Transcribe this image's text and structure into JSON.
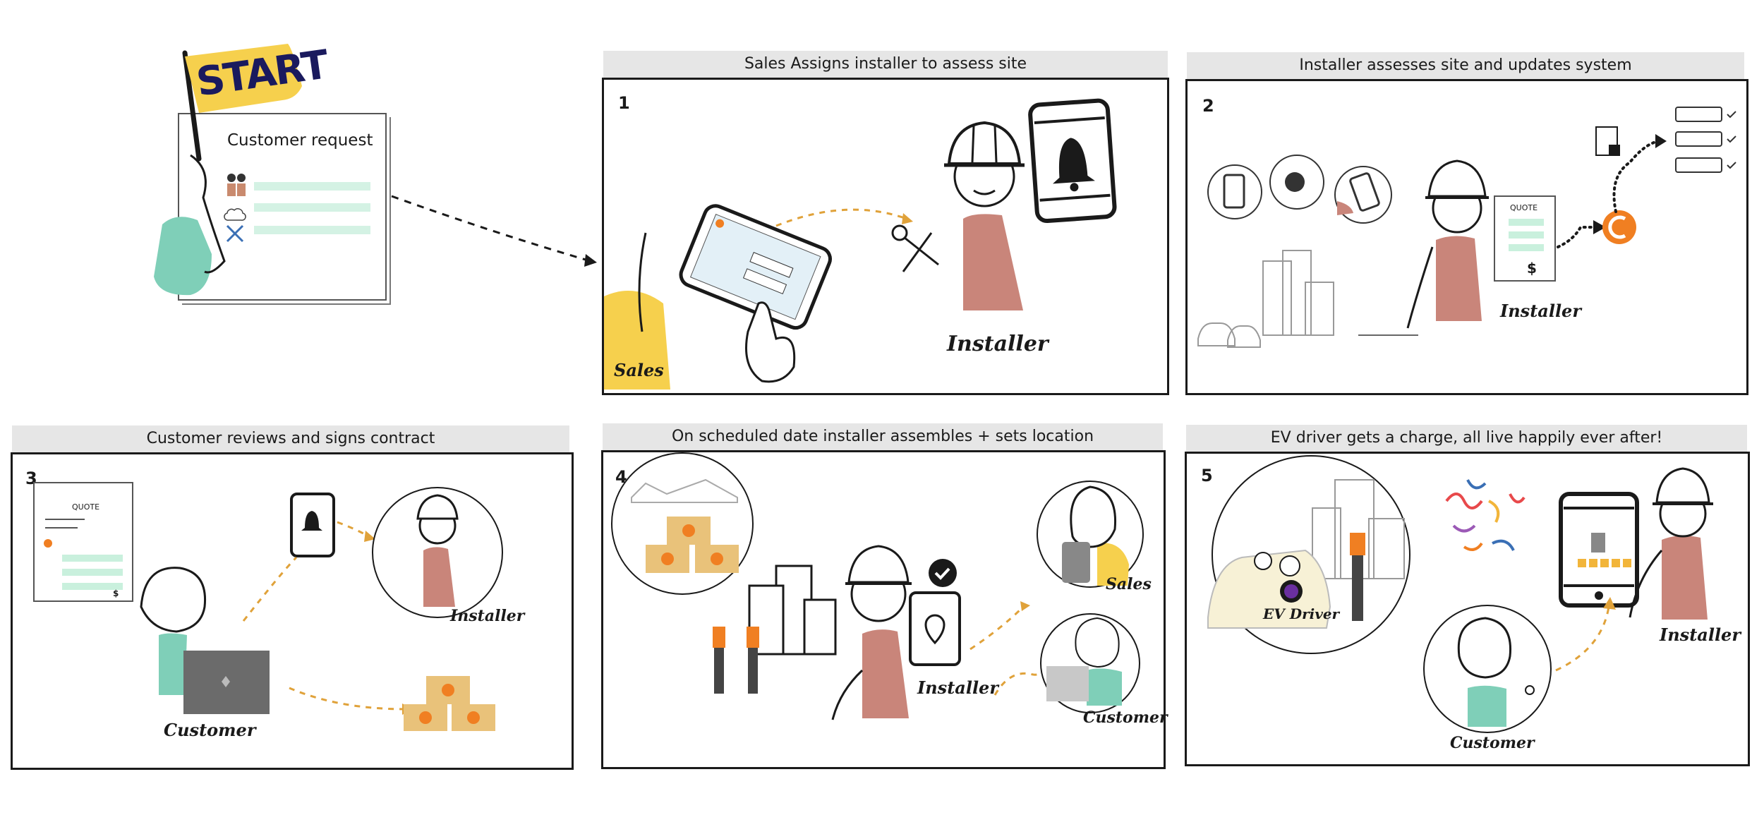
{
  "start": {
    "flag_label": "START",
    "card_title": "Customer request"
  },
  "panels": [
    {
      "num": "1",
      "title": "Sales Assigns installer to assess site",
      "roles": [
        "Sales",
        "Installer"
      ]
    },
    {
      "num": "2",
      "title": "Installer assesses site and updates system",
      "roles": [
        "Installer"
      ],
      "quote_label": "QUOTE",
      "dollar": "$"
    },
    {
      "num": "3",
      "title": "Customer reviews and signs contract",
      "roles": [
        "Installer",
        "Customer"
      ],
      "quote_label": "QUOTE",
      "dollar": "$"
    },
    {
      "num": "4",
      "title": "On scheduled date installer assembles + sets location",
      "roles": [
        "Sales",
        "Installer",
        "Customer"
      ]
    },
    {
      "num": "5",
      "title": "EV driver gets a charge, all live happily ever after!",
      "roles": [
        "EV Driver",
        "Installer",
        "Customer"
      ]
    }
  ],
  "colors": {
    "accent_orange": "#f07f22",
    "arrow_gold": "#e0a23a",
    "teal": "#7fcfb8",
    "yellow": "#f6d04d",
    "brick": "#c9857a",
    "box_tan": "#e9c27a"
  }
}
